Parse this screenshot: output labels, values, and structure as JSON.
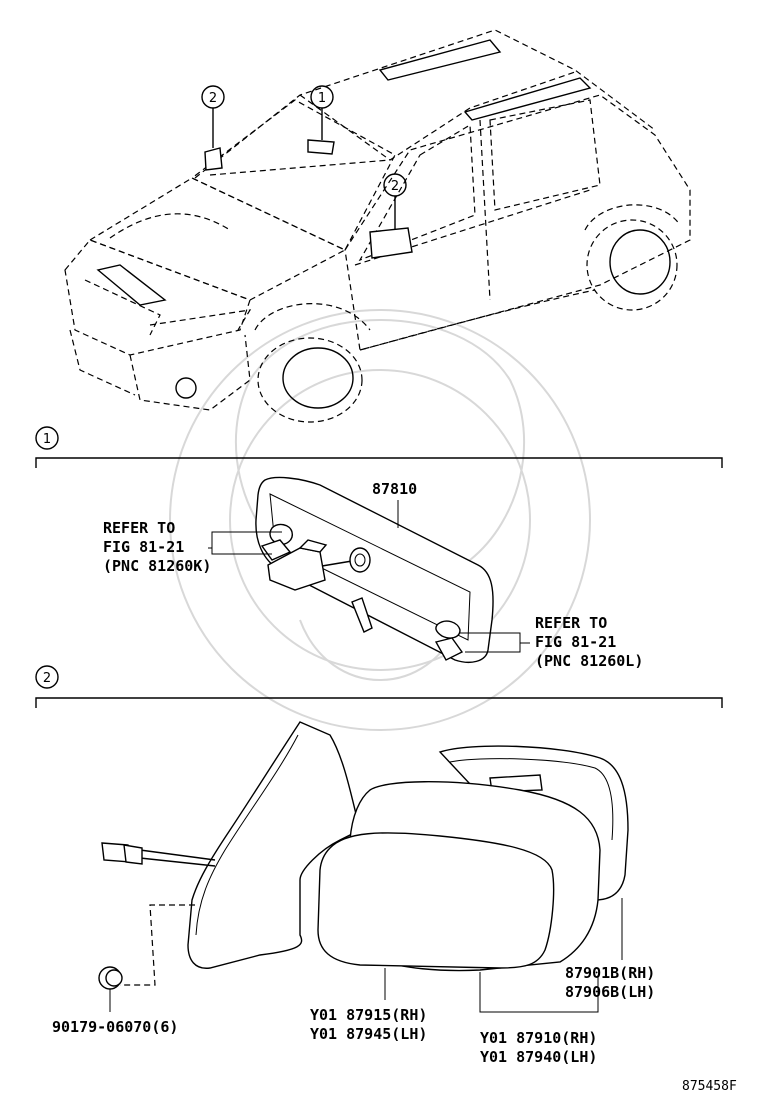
{
  "callouts": {
    "c1": "1",
    "c2": "2"
  },
  "section1": {
    "part_number": "87810",
    "refer_left": [
      "REFER TO",
      "FIG 81-21",
      "(PNC 81260K)"
    ],
    "refer_right": [
      "REFER TO",
      "FIG 81-21",
      "(PNC 81260L)"
    ]
  },
  "section2": {
    "bolt": "90179-06070(6)",
    "mirror_glass": [
      "Y01 87915(RH)",
      "Y01 87945(LH)"
    ],
    "mirror_assy": [
      "Y01 87910(RH)",
      "Y01 87940(LH)"
    ],
    "cover": [
      "87901B(RH)",
      "87906B(LH)"
    ]
  },
  "figure_id": "875458F"
}
